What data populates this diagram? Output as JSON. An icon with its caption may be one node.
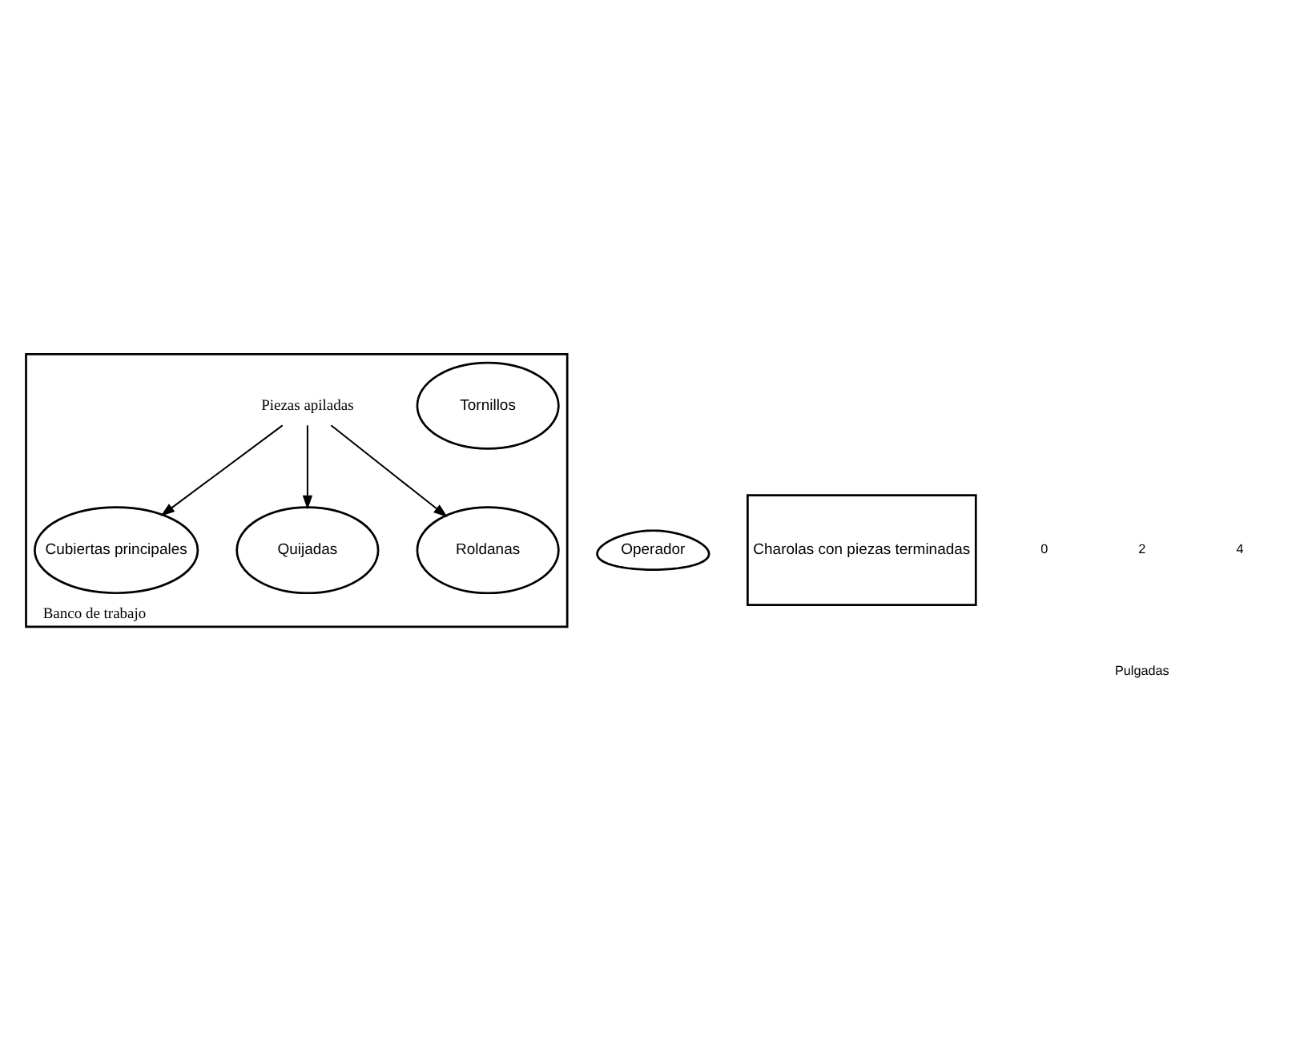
{
  "diagram": {
    "nodes": [
      {
        "text": [
          "Banco de trabajo"
        ]
      },
      {
        "text": [
          "Piezas apiladas"
        ],
        "in": 0
      },
      {
        "text": [
          "Cubiertas principales"
        ],
        "in": 0
      },
      {
        "text": [
          "Quijadas"
        ],
        "in": 0
      },
      {
        "text": [
          "Roldanas"
        ],
        "in": 0
      },
      {
        "text": [
          "Tornillos"
        ],
        "in": 0
      },
      {
        "text": [
          "Operador"
        ]
      },
      {
        "text": [
          "Charolas con piezas terminadas"
        ]
      }
    ],
    "edges": [
      {
        "from": 1,
        "to": 2,
        "arrow": "to"
      },
      {
        "from": 1,
        "to": 3,
        "arrow": "to"
      },
      {
        "from": 1,
        "to": 4,
        "arrow": "to"
      }
    ],
    "labels": [
      "0",
      "2",
      "4",
      "Pulgadas"
    ]
  }
}
